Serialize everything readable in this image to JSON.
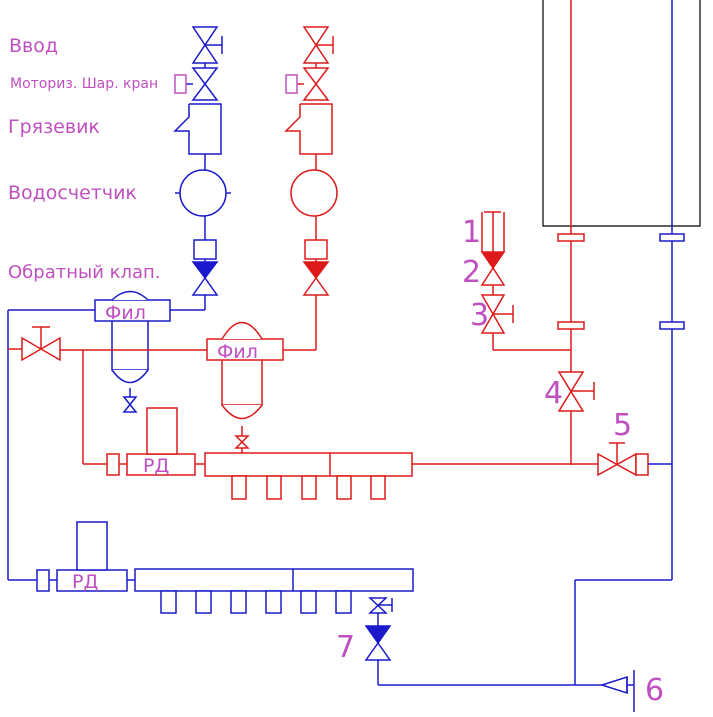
{
  "labels": {
    "vvod": "Ввод",
    "motor_valve": "Моториз. Шар. кран",
    "mud_filter": "Грязевик",
    "water_meter": "Водосчетчик",
    "check_valve": "Обратный клап.",
    "filter_1": "Фил",
    "filter_2": "Фил",
    "reducer_1": "РД",
    "reducer_2": "РД"
  },
  "numbers": [
    "1",
    "2",
    "3",
    "4",
    "5",
    "6",
    "7"
  ],
  "colors": {
    "cold": "#1a1acc",
    "hot": "#dd1a1a",
    "label": "#c050c0",
    "background": "#ffffff"
  }
}
